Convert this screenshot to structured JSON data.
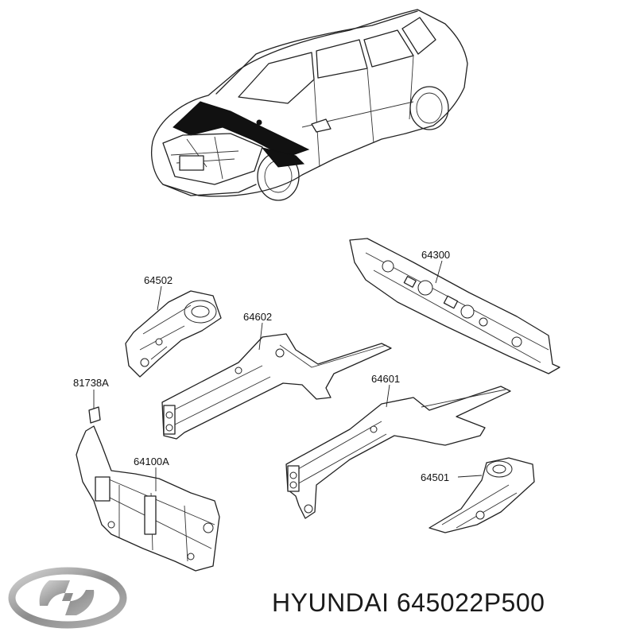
{
  "callouts": {
    "p64300": "64300",
    "p64502": "64502",
    "p64602": "64602",
    "p81738a": "81738A",
    "p64601": "64601",
    "p64100a": "64100A",
    "p64501": "64501"
  },
  "caption": "HYUNDAI 645022P500",
  "brand_logo": "hyundai-logo",
  "colors": {
    "ink": "#222222",
    "logo_silver": "#9a9a9a"
  }
}
